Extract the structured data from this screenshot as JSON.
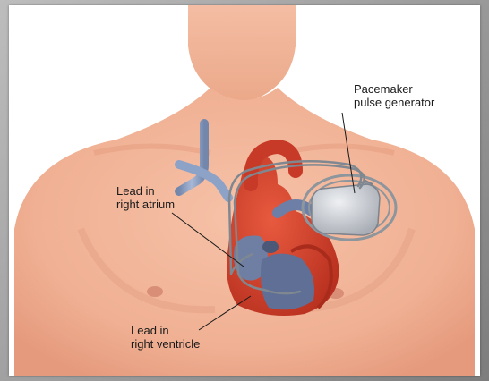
{
  "labels": {
    "pacemaker": [
      "Pacemaker",
      "pulse generator"
    ],
    "atrium": [
      "Lead in",
      "right atrium"
    ],
    "ventricle": [
      "Lead in",
      "right ventricle"
    ]
  },
  "colors": {
    "skin": "#f1b59b",
    "skin_shadow": "#e49c84",
    "heart": "#d6402e",
    "vein": "#8aa0c4",
    "device": "#c9ccd2",
    "lead": "#7f8890"
  }
}
